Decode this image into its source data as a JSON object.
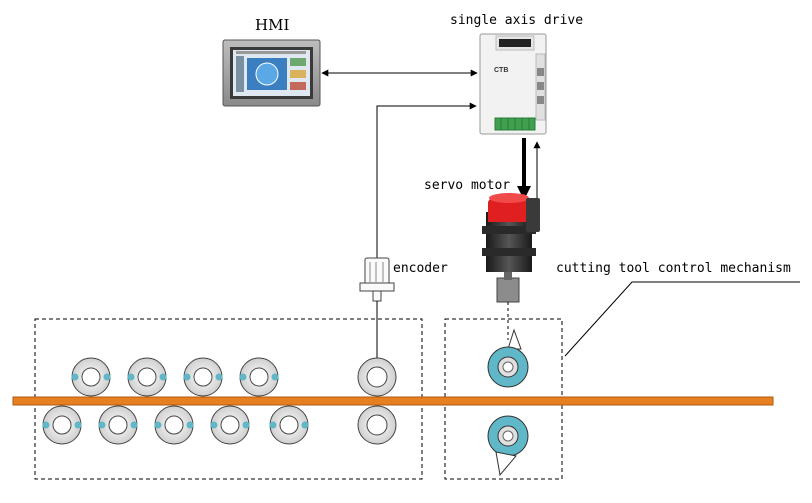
{
  "labels": {
    "hmi": "HMI",
    "drive": "single axis drive",
    "servo": "servo motor",
    "encoder": "encoder",
    "cutter": "cutting tool control mechanism"
  },
  "drive_panel": {
    "brand": "CTB"
  },
  "colors": {
    "strip": "#e67e22",
    "motor_red": "#e02020",
    "teal": "#5fb7c8",
    "roller_fill": "#e8e8e8",
    "drive_body": "#f2f2f2",
    "terminal_green": "#3fa050"
  }
}
